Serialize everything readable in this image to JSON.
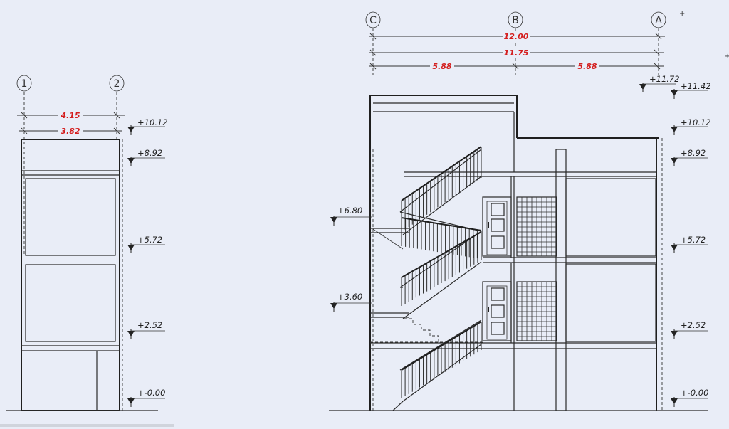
{
  "left_section": {
    "grid_labels": [
      "1",
      "2"
    ],
    "dims": [
      "4.15",
      "3.82"
    ],
    "levels": [
      "+10.12",
      "+8.92",
      "+5.72",
      "+2.52",
      "+-0.00"
    ]
  },
  "right_section": {
    "grid_labels": [
      "C",
      "B",
      "A"
    ],
    "dims": [
      "12.00",
      "11.75",
      "5.88",
      "5.88"
    ],
    "levels_right": [
      "+11.72",
      "+11.42",
      "+10.12",
      "+8.92",
      "+5.72",
      "+2.52",
      "+-0.00"
    ],
    "levels_left": [
      "+6.80",
      "+3.60"
    ]
  },
  "colors": {
    "dimension_text": "#d41e1e",
    "background": "#e9edf7",
    "lines": "#2a2a2a"
  }
}
